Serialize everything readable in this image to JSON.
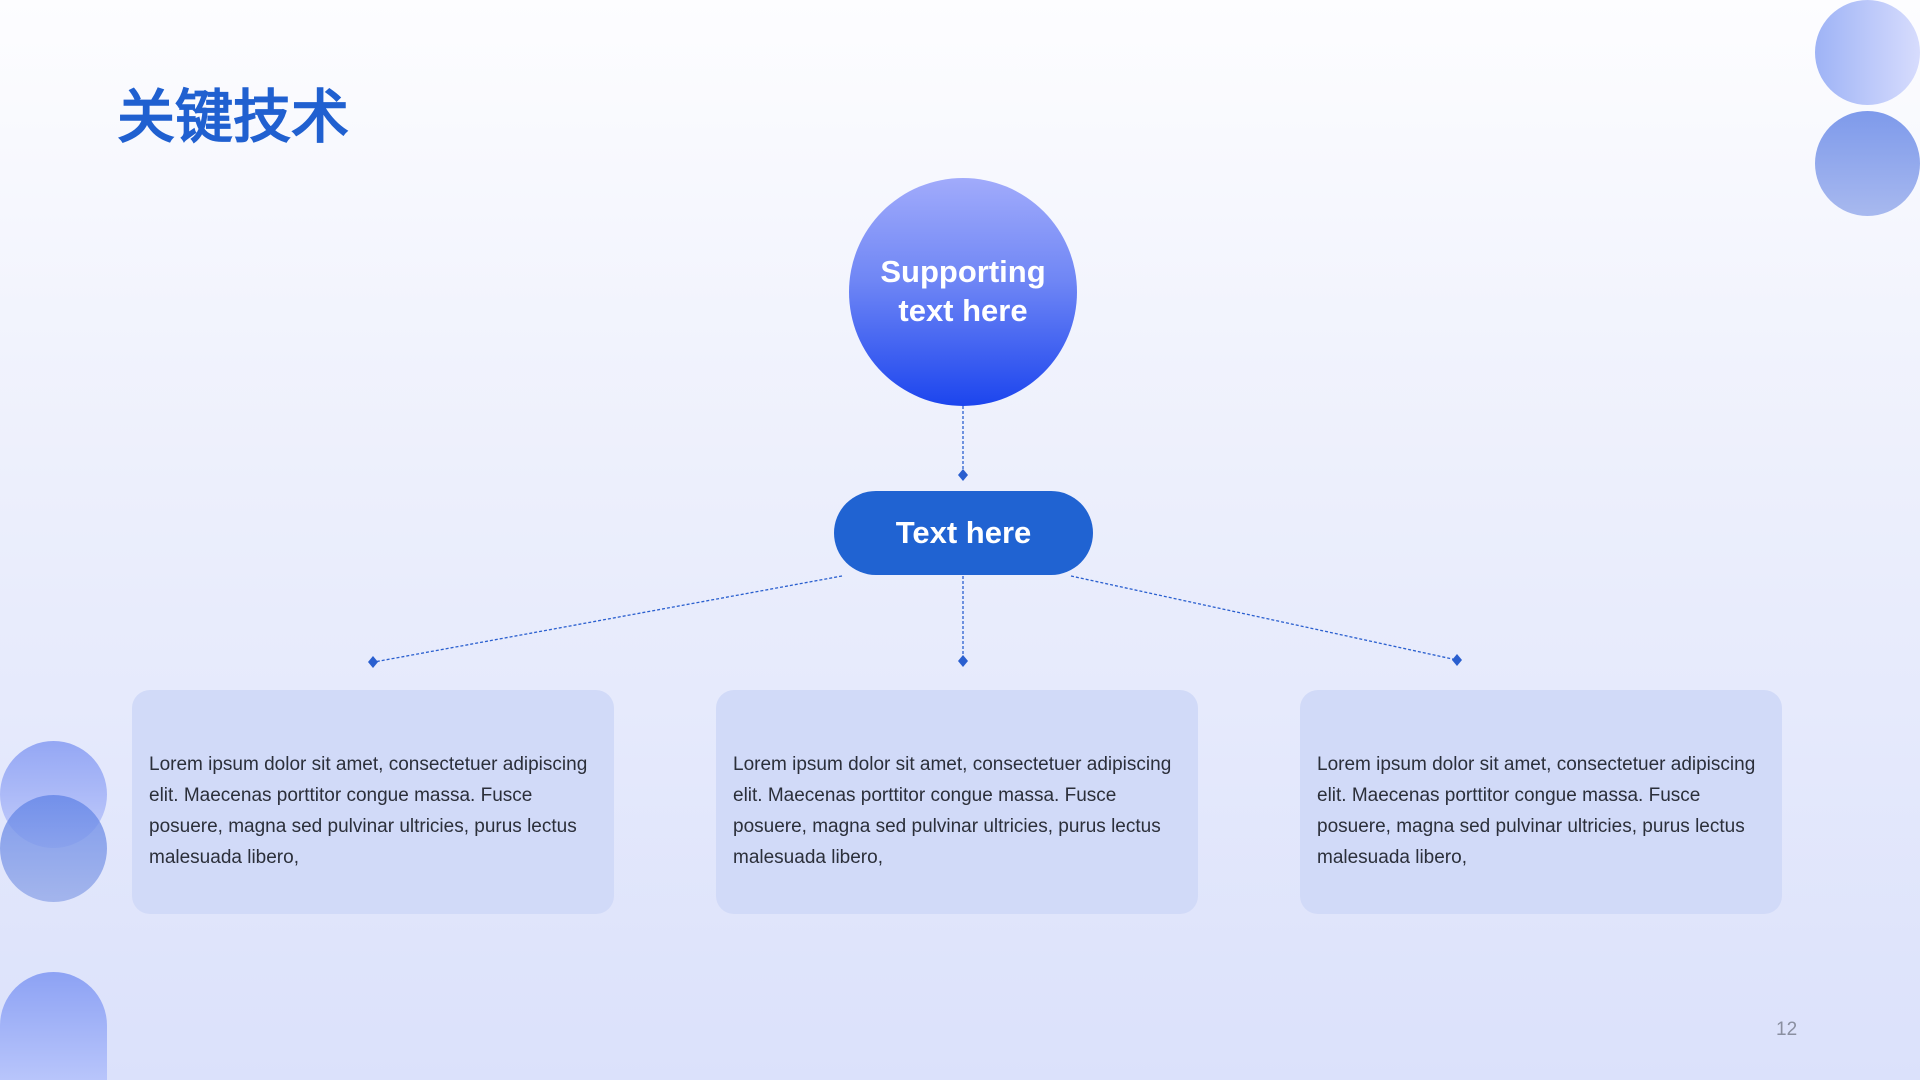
{
  "title": "关键技术",
  "root": {
    "label": "Supporting text here"
  },
  "hub": {
    "label": "Text here"
  },
  "cards": [
    {
      "text": "Lorem ipsum dolor sit amet, consectetuer adipiscing elit. Maecenas porttitor congue massa. Fusce posuere, magna sed pulvinar ultricies, purus lectus malesuada libero,"
    },
    {
      "text": "Lorem ipsum dolor sit amet, consectetuer adipiscing elit. Maecenas porttitor congue massa. Fusce posuere, magna sed pulvinar ultricies, purus lectus malesuada libero,"
    },
    {
      "text": "Lorem ipsum dolor sit amet, consectetuer adipiscing elit. Maecenas porttitor congue massa. Fusce posuere, magna sed pulvinar ultricies, purus lectus malesuada libero,"
    }
  ],
  "page_number": "12",
  "colors": {
    "title": "#2060d0",
    "hub": "#2063d2",
    "card": "#d1daf8",
    "connector": "#2a5fcf"
  }
}
